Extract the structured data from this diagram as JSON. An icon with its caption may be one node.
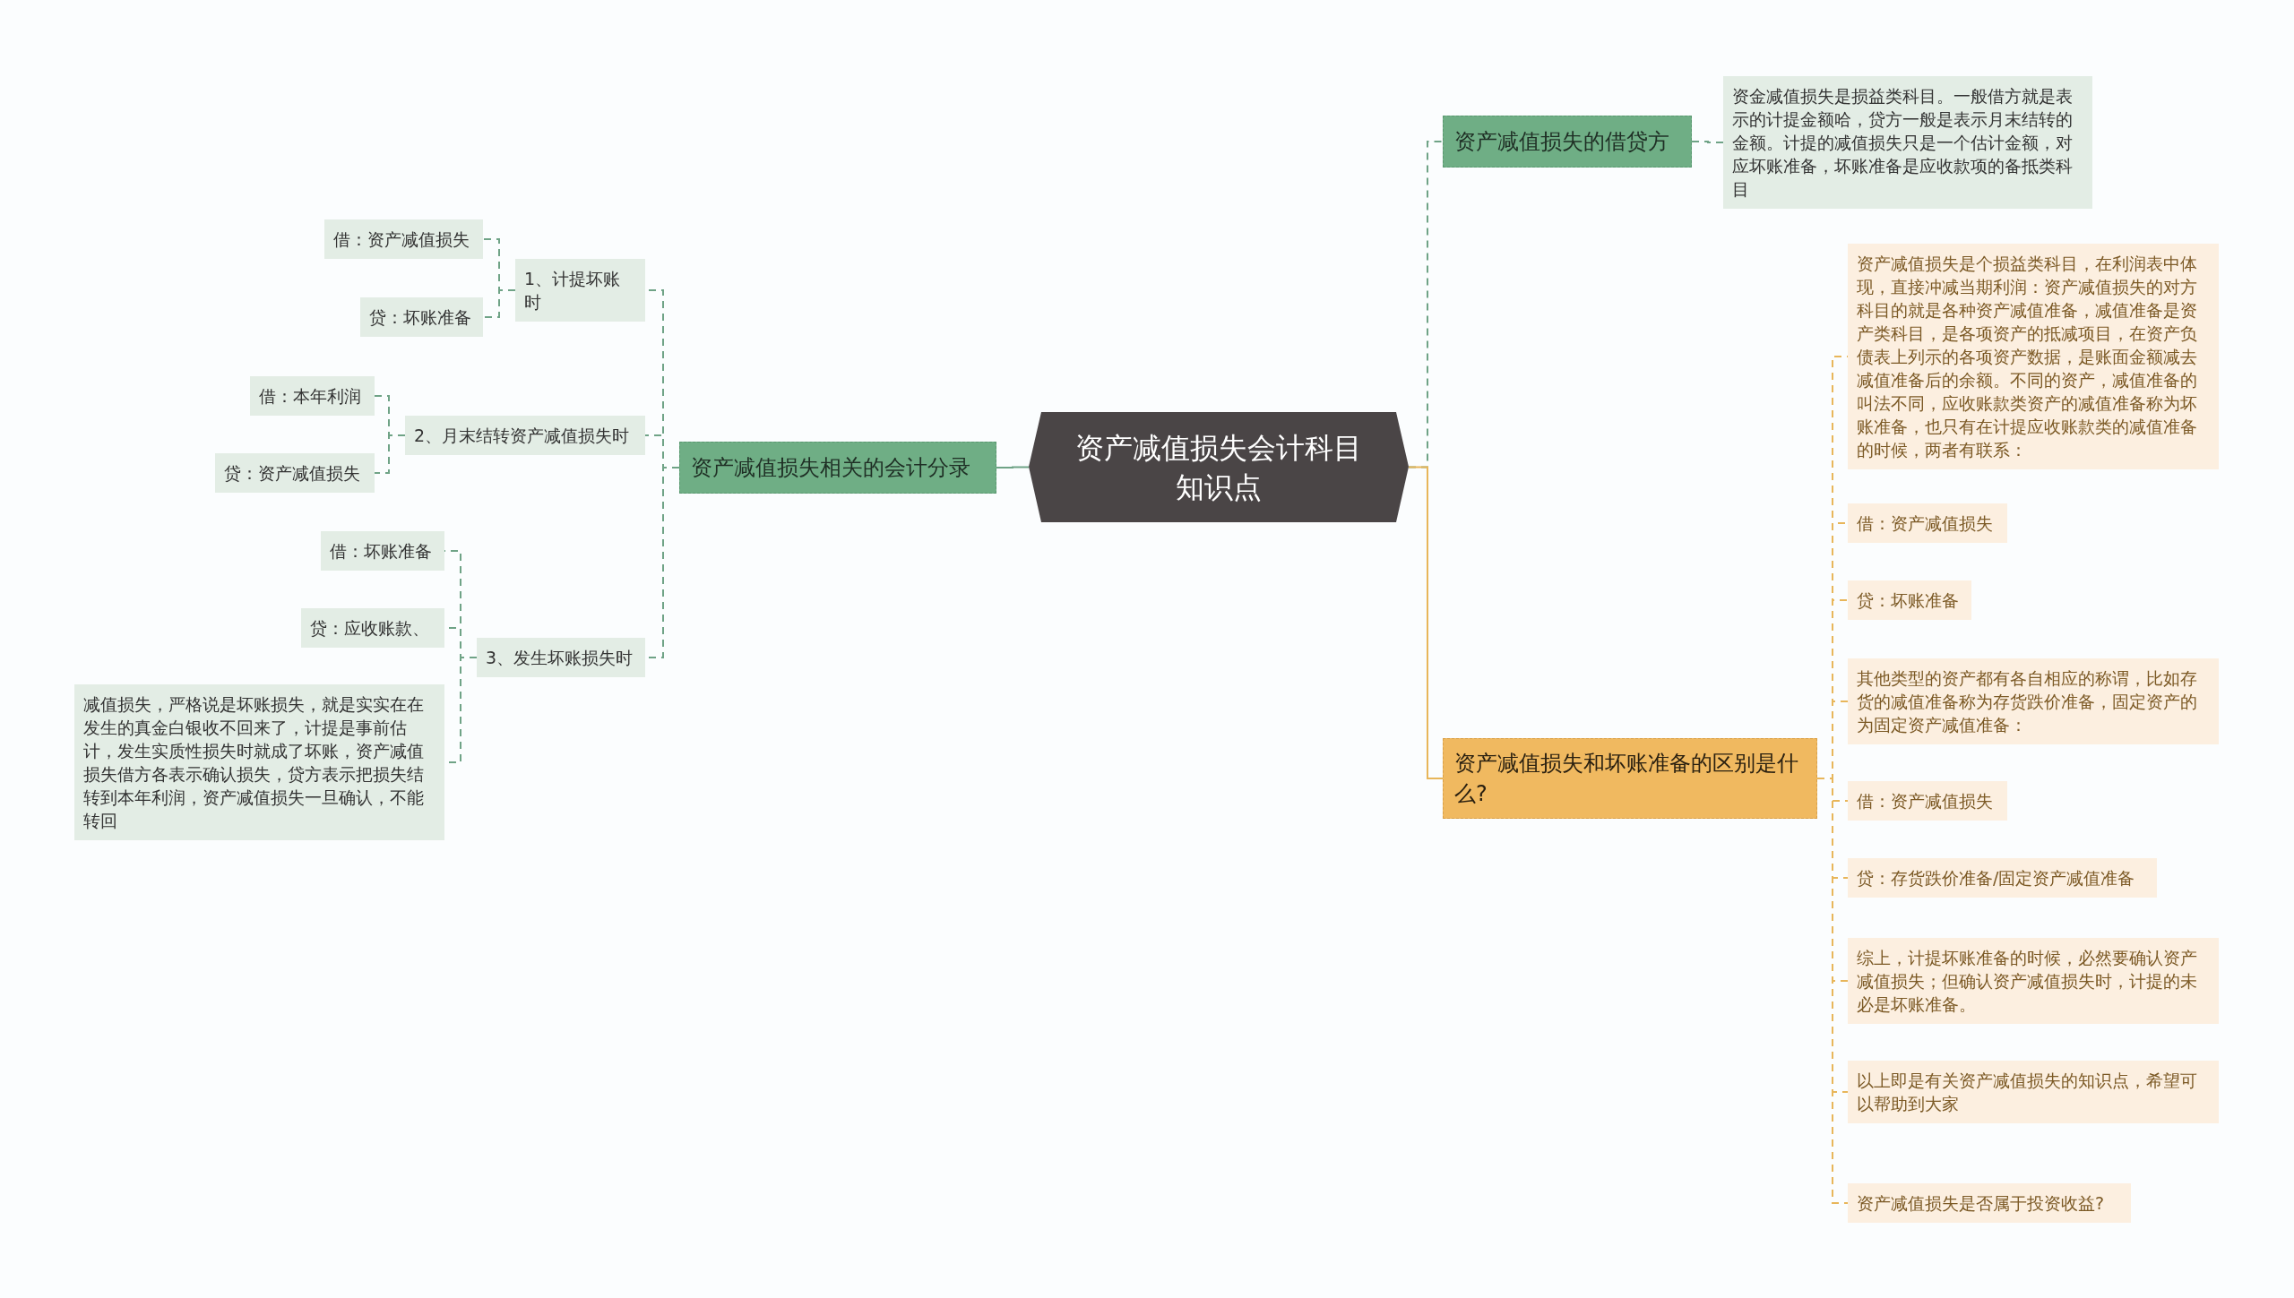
{
  "diagram": {
    "nodes": [
      {
        "text": [
          "资产减值损失会计科目知识点"
        ]
      },
      {
        "text": [
          "资产减值损失相关的会计分录"
        ]
      },
      {
        "text": [
          "1、计提坏账时"
        ]
      },
      {
        "text": [
          "借：资产减值损失"
        ]
      },
      {
        "text": [
          "贷：坏账准备"
        ]
      },
      {
        "text": [
          "2、月末结转资产减值损失时"
        ]
      },
      {
        "text": [
          "借：本年利润"
        ]
      },
      {
        "text": [
          "贷：资产减值损失"
        ]
      },
      {
        "text": [
          "3、发生坏账损失时"
        ]
      },
      {
        "text": [
          "借：坏账准备"
        ]
      },
      {
        "text": [
          "贷：应收账款、"
        ]
      },
      {
        "text": [
          "减值损失，严格说是坏账损失，就是实实在在发生的真金白银收不回来了，计提是事前估计，发生实质性损失时就成了坏账，资产减值损失借方各表示确认损失，贷方表示把损失结转到本年利润，资产减值损失一旦确认，不能转回"
        ]
      },
      {
        "text": [
          "资产减值损失的借贷方"
        ]
      },
      {
        "text": [
          "资金减值损失是损益类科目。一般借方就是表示的计提金额哈，贷方一般是表示月末结转的金额。计提的减值损失只是一个估计金额，对应坏账准备，坏账准备是应收款项的备抵类科目"
        ]
      },
      {
        "text": [
          "资产减值损失和坏账准备的区别是什么?"
        ]
      },
      {
        "text": [
          "资产减值损失是个损益类科目，在利润表中体现，直接冲减当期利润：资产减值损失的对方科目的就是各种资产减值准备，减值准备是资产类科目，是各项资产的抵减项目，在资产负债表上列示的各项资产数据，是账面金额减去减值准备后的余额。不同的资产，减值准备的叫法不同，应收账款类资产的减值准备称为坏账准备，也只有在计提应收账款类的减值准备的时候，两者有联系："
        ]
      },
      {
        "text": [
          "借：资产减值损失"
        ]
      },
      {
        "text": [
          "贷：坏账准备"
        ]
      },
      {
        "text": [
          "其他类型的资产都有各自相应的称谓，比如存货的减值准备称为存货跌价准备，固定资产的为固定资产减值准备："
        ]
      },
      {
        "text": [
          "借：资产减值损失"
        ]
      },
      {
        "text": [
          "贷：存货跌价准备/固定资产减值准备"
        ]
      },
      {
        "text": [
          "综上，计提坏账准备的时候，必然要确认资产减值损失；但确认资产减值损失时，计提的未必是坏账准备。"
        ]
      },
      {
        "text": [
          "以上即是有关资产减值损失的知识点，希望可以帮助到大家"
        ]
      },
      {
        "text": [
          "资产减值损失是否属于投资收益?"
        ]
      }
    ],
    "edges": [
      {
        "from": 0,
        "to": 1,
        "arrow": "none"
      },
      {
        "from": 1,
        "to": 2,
        "arrow": "none",
        "style": "dashed"
      },
      {
        "from": 2,
        "to": 3,
        "arrow": "none",
        "style": "dashed"
      },
      {
        "from": 2,
        "to": 4,
        "arrow": "none",
        "style": "dashed"
      },
      {
        "from": 1,
        "to": 5,
        "arrow": "none",
        "style": "dashed"
      },
      {
        "from": 5,
        "to": 6,
        "arrow": "none",
        "style": "dashed"
      },
      {
        "from": 5,
        "to": 7,
        "arrow": "none",
        "style": "dashed"
      },
      {
        "from": 1,
        "to": 8,
        "arrow": "none",
        "style": "dashed"
      },
      {
        "from": 8,
        "to": 9,
        "arrow": "none",
        "style": "dashed"
      },
      {
        "from": 8,
        "to": 10,
        "arrow": "none",
        "style": "dashed"
      },
      {
        "from": 8,
        "to": 11,
        "arrow": "none",
        "style": "dashed"
      },
      {
        "from": 0,
        "to": 12,
        "arrow": "none",
        "style": "dashed"
      },
      {
        "from": 12,
        "to": 13,
        "arrow": "none",
        "style": "dashed"
      },
      {
        "from": 0,
        "to": 14,
        "arrow": "none",
        "color": "#e8b65a"
      },
      {
        "from": 14,
        "to": 15,
        "arrow": "none",
        "style": "dashed",
        "color": "#e8b65a"
      },
      {
        "from": 14,
        "to": 16,
        "arrow": "none",
        "style": "dashed",
        "color": "#e8b65a"
      },
      {
        "from": 14,
        "to": 17,
        "arrow": "none",
        "style": "dashed",
        "color": "#e8b65a"
      },
      {
        "from": 14,
        "to": 18,
        "arrow": "none",
        "style": "dashed",
        "color": "#e8b65a"
      },
      {
        "from": 14,
        "to": 19,
        "arrow": "none",
        "style": "dashed",
        "color": "#e8b65a"
      },
      {
        "from": 14,
        "to": 20,
        "arrow": "none",
        "style": "dashed",
        "color": "#e8b65a"
      },
      {
        "from": 14,
        "to": 21,
        "arrow": "none",
        "style": "dashed",
        "color": "#e8b65a"
      },
      {
        "from": 14,
        "to": 22,
        "arrow": "none",
        "style": "dashed",
        "color": "#e8b65a"
      },
      {
        "from": 14,
        "to": 23,
        "arrow": "none",
        "style": "dashed",
        "color": "#e8b65a"
      }
    ]
  }
}
